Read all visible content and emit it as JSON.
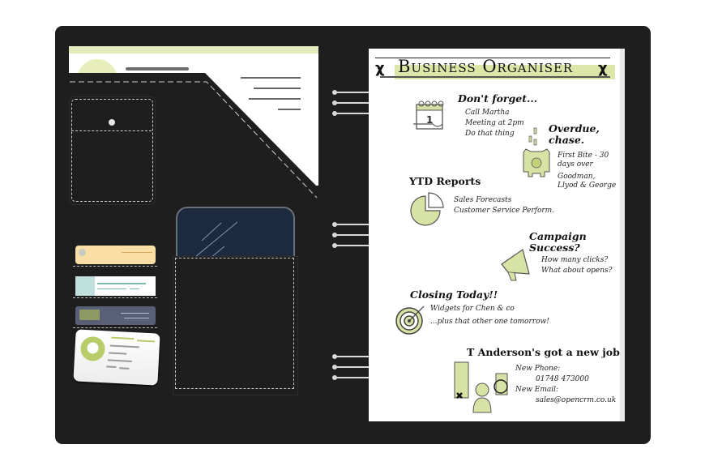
{
  "organiser": {
    "title": "Business Organiser",
    "logo_icon": "person-logo-icon",
    "sections": {
      "dont_forget": {
        "heading": "Don't forget...",
        "icon": "calendar-icon",
        "calendar_day": "1",
        "items": [
          "Call Martha",
          "Meeting at 2pm",
          "Do that thing"
        ]
      },
      "overdue": {
        "heading_line1": "Overdue,",
        "heading_line2": "chase.",
        "icon": "piggy-bank-icon",
        "items": [
          "First Bite - 30",
          "days over",
          "Goodman,",
          "Llyod & George"
        ]
      },
      "ytd_reports": {
        "heading": "YTD Reports",
        "icon": "pie-chart-icon",
        "items": [
          "Sales Forecasts",
          "Customer Service Perform."
        ]
      },
      "campaign": {
        "heading_line1": "Campaign",
        "heading_line2": "Success?",
        "icon": "megaphone-icon",
        "items": [
          "How many clicks?",
          "What about opens?"
        ]
      },
      "closing": {
        "heading": "Closing Today!!",
        "icon": "target-icon",
        "items": [
          "Widgets for Chen & co",
          "...plus that other one tomorrow!"
        ]
      },
      "new_job": {
        "heading": "T Anderson's got a new job",
        "icon": "office-buildings-person-icon",
        "phone_label": "New Phone:",
        "phone_value": "01748 473000",
        "email_label": "New Email:",
        "email_value": "sales@opencrm.co.uk"
      }
    }
  },
  "colors": {
    "folder": "#1e1e1e",
    "accent_green": "#d6e3a4",
    "page": "#ffffff",
    "card_orange": "#f9dfa6",
    "card_teal": "#bfe0dc",
    "card_slate": "#5a5f78",
    "phone_screen": "#1b2a3f"
  }
}
